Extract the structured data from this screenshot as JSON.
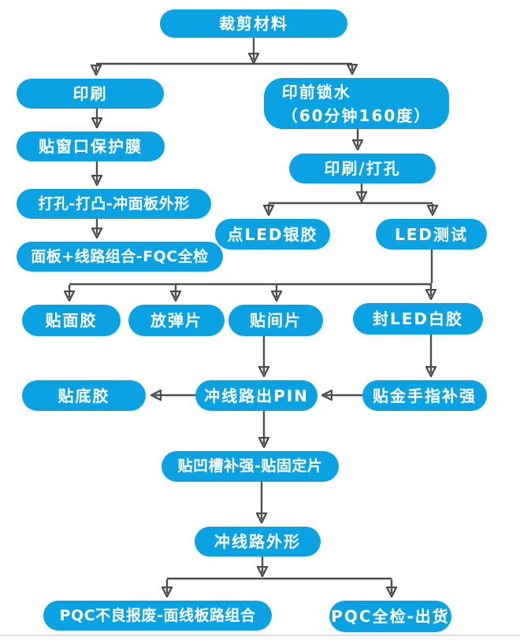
{
  "diagram": {
    "type": "flowchart",
    "colors": {
      "box_fill": "#0ba2e3",
      "box_text": "#ffffff",
      "line_color": "#4d4e50",
      "background": "#ffffff",
      "bottom_divider": "#dbdfe3"
    },
    "nodes": [
      {
        "id": "cut-material",
        "label": "裁剪材料"
      },
      {
        "id": "printing",
        "label": "印刷"
      },
      {
        "id": "prepress-lock-water",
        "label": "印前锁水\n（60分钟160度）"
      },
      {
        "id": "window-protect-film",
        "label": "贴窗口保护膜"
      },
      {
        "id": "punch-emboss-panel",
        "label": "打孔-打凸-冲面板外形"
      },
      {
        "id": "panel-circuit-fqc",
        "label": "面板+线路组合-FQC全检"
      },
      {
        "id": "print-punch",
        "label": "印刷/打孔"
      },
      {
        "id": "dot-led-silver",
        "label": "点LED银胶"
      },
      {
        "id": "led-test",
        "label": "LED测试"
      },
      {
        "id": "face-adhesive",
        "label": "贴面胶"
      },
      {
        "id": "spring-piece",
        "label": "放弹片"
      },
      {
        "id": "spacer-piece",
        "label": "贴间片"
      },
      {
        "id": "seal-led-white",
        "label": "封LED白胶"
      },
      {
        "id": "bottom-adhesive",
        "label": "贴底胶"
      },
      {
        "id": "punch-circuit-pin",
        "label": "冲线路出PIN"
      },
      {
        "id": "gold-finger-reinforce",
        "label": "贴金手指补强"
      },
      {
        "id": "groove-reinforce-fix",
        "label": "贴凹槽补强-贴固定片"
      },
      {
        "id": "punch-circuit-outline",
        "label": "冲线路外形"
      },
      {
        "id": "pqc-scrap-combine",
        "label": "PQC不良报废-面线板路组合"
      },
      {
        "id": "pqc-inspect-ship",
        "label": "PQC全检-出货"
      }
    ],
    "edges": [
      {
        "from": "cut-material",
        "to": "printing"
      },
      {
        "from": "cut-material",
        "to": "prepress-lock-water"
      },
      {
        "from": "printing",
        "to": "window-protect-film"
      },
      {
        "from": "window-protect-film",
        "to": "punch-emboss-panel"
      },
      {
        "from": "punch-emboss-panel",
        "to": "panel-circuit-fqc"
      },
      {
        "from": "prepress-lock-water",
        "to": "print-punch"
      },
      {
        "from": "print-punch",
        "to": "dot-led-silver"
      },
      {
        "from": "print-punch",
        "to": "led-test"
      },
      {
        "from": "led-test",
        "to": "face-adhesive"
      },
      {
        "from": "led-test",
        "to": "spring-piece"
      },
      {
        "from": "led-test",
        "to": "spacer-piece"
      },
      {
        "from": "led-test",
        "to": "seal-led-white"
      },
      {
        "from": "spacer-piece",
        "to": "punch-circuit-pin"
      },
      {
        "from": "seal-led-white",
        "to": "gold-finger-reinforce"
      },
      {
        "from": "gold-finger-reinforce",
        "to": "punch-circuit-pin"
      },
      {
        "from": "punch-circuit-pin",
        "to": "bottom-adhesive"
      },
      {
        "from": "punch-circuit-pin",
        "to": "groove-reinforce-fix"
      },
      {
        "from": "groove-reinforce-fix",
        "to": "punch-circuit-outline"
      },
      {
        "from": "punch-circuit-outline",
        "to": "pqc-scrap-combine"
      },
      {
        "from": "punch-circuit-outline",
        "to": "pqc-inspect-ship"
      }
    ]
  }
}
